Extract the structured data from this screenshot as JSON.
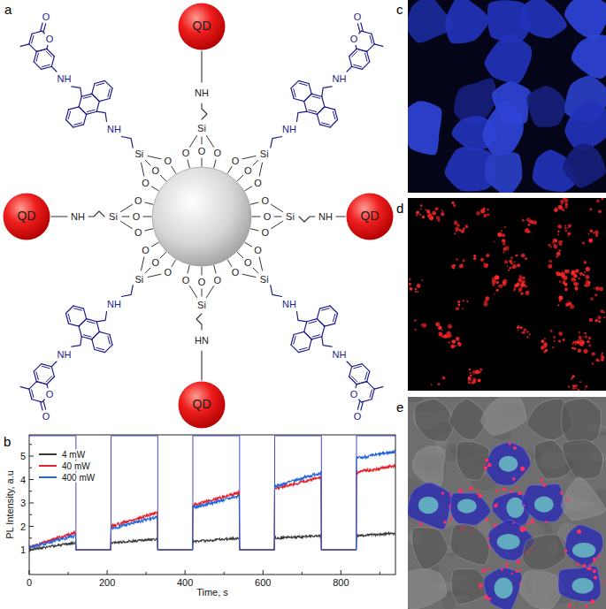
{
  "diagram": {
    "nodes": [
      {
        "text": [
          "QD"
        ]
      },
      {
        "text": [
          "QD"
        ]
      },
      {
        "text": [
          "QD"
        ]
      },
      {
        "text": [
          "QD"
        ]
      }
    ],
    "labels": [
      "a",
      "Si",
      "O",
      "O",
      "O",
      "NH",
      "NH",
      "O",
      "O",
      "Si",
      "O",
      "O",
      "O",
      "NH",
      "Si",
      "O",
      "O",
      "O",
      "NH",
      "NH",
      "O",
      "O",
      "Si",
      "O",
      "O",
      "O",
      "NH",
      "Si",
      "O",
      "O",
      "O",
      "NH",
      "Si",
      "O",
      "O",
      "O",
      "NH",
      "NH",
      "O",
      "O",
      "Si",
      "O",
      "O",
      "O",
      "HN",
      "Si",
      "O",
      "O",
      "O",
      "NH",
      "NH",
      "O",
      "O",
      "b",
      "1",
      "2",
      "3",
      "4",
      "5",
      "0",
      "200",
      "400",
      "600",
      "800",
      "PL Intensity, a.u",
      "Time, s",
      "c",
      "d",
      "e"
    ],
    "legend": [
      {
        "text": "4 mW"
      },
      {
        "text": "40 mW"
      },
      {
        "text": "400 mW"
      }
    ]
  }
}
